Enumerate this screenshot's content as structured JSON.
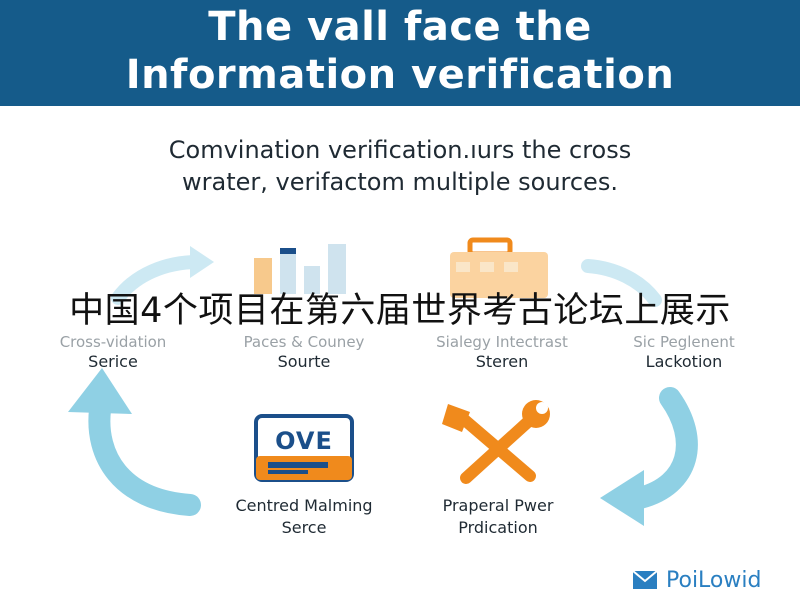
{
  "header": {
    "title_line1": "The vall face the",
    "title_line2": "Information verification"
  },
  "subtitle": {
    "line1": "Comvination verification.ıurs the cross",
    "line2": "wrater, verifactom multiple sources."
  },
  "overlay_caption": "中国4个项目在第六届世界考古论坛上展示",
  "nodes": [
    {
      "faded": "Cross-vidation",
      "main": "Serice"
    },
    {
      "faded": "Paces & Couney",
      "main": "Sourte"
    },
    {
      "faded": "Sialegy Intectrast",
      "main": "Steren"
    },
    {
      "faded": "Sic Peglenent",
      "main": "Lackotion"
    }
  ],
  "bottom_nodes": [
    {
      "line1": "Centred Malming",
      "line2": "Serce"
    },
    {
      "line1": "Praperal Pwer",
      "line2": "Prdication"
    }
  ],
  "icons": {
    "document_icon_text": "OVE",
    "bar_chart": "bar-chart-icon",
    "briefcase": "briefcase-icon",
    "tools": "wrench-screwdriver-icon",
    "cycle_arrows": "cycle-arrow-icon",
    "brand_logo": "envelope-logo-icon"
  },
  "brand": {
    "name": "PoiLowid"
  },
  "colors": {
    "header_bg": "#155b8a",
    "arrow": "#8fd0e4",
    "accent_orange": "#f08a1c",
    "navy": "#1b4f8a",
    "brand_blue": "#2a7fc1"
  }
}
